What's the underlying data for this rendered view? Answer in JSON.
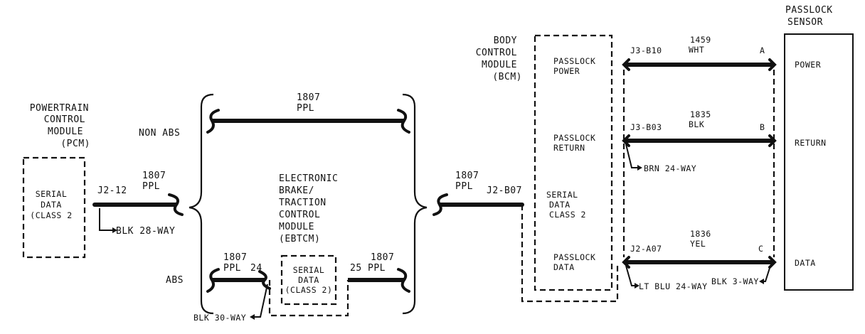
{
  "pcm": {
    "name_lines": [
      "POWERTRAIN",
      "CONTROL",
      "MODULE",
      "(PCM)"
    ],
    "inner_lines": [
      "SERIAL",
      "DATA",
      "(CLASS 2"
    ],
    "pin": "J2-12",
    "wire_id": "1807",
    "wire_color": "PPL",
    "connector": "BLK 28-WAY"
  },
  "non_abs": {
    "label": "NON ABS",
    "wire_id": "1807",
    "wire_color": "PPL"
  },
  "abs": {
    "label": "ABS",
    "left_wire_id": "1807",
    "left_wire_color": "PPL",
    "left_pin": "24",
    "right_pin": "25",
    "right_wire_id": "1807",
    "right_wire_color": "PPL",
    "connector": "BLK 30-WAY"
  },
  "ebtcm": {
    "name_lines": [
      "ELECTRONIC",
      "BRAKE/",
      "TRACTION",
      "CONTROL",
      "MODULE",
      "(EBTCM)"
    ],
    "inner_lines": [
      "SERIAL",
      "DATA",
      "(CLASS 2)"
    ]
  },
  "bcm": {
    "name_lines": [
      "BODY",
      "CONTROL",
      "MODULE",
      "(BCM)"
    ],
    "input_wire_id": "1807",
    "input_wire_color": "PPL",
    "input_pin": "J2-B07",
    "ports": {
      "passlock_power": [
        "PASSLOCK",
        "POWER"
      ],
      "passlock_return": [
        "PASSLOCK",
        "RETURN"
      ],
      "serial_data": [
        "SERIAL",
        "DATA",
        "CLASS 2"
      ],
      "passlock_data": [
        "PASSLOCK",
        "DATA"
      ]
    }
  },
  "circuits": {
    "a": {
      "pin": "J3-B10",
      "wire_id": "1459",
      "wire_color": "WHT",
      "sensor_pin": "A"
    },
    "b": {
      "pin": "J3-B03",
      "wire_id": "1835",
      "wire_color": "BLK",
      "sensor_pin": "B",
      "connector": "BRN 24-WAY"
    },
    "c": {
      "pin": "J2-A07",
      "wire_id": "1836",
      "wire_color": "YEL",
      "sensor_pin": "C",
      "connector_left": "LT BLU 24-WAY",
      "connector_right": "BLK 3-WAY"
    }
  },
  "sensor": {
    "name_lines": [
      "PASSLOCK",
      "SENSOR"
    ],
    "ports": [
      "POWER",
      "RETURN",
      "DATA"
    ]
  },
  "colors": {
    "ink": "#111111",
    "background": "#ffffff"
  }
}
